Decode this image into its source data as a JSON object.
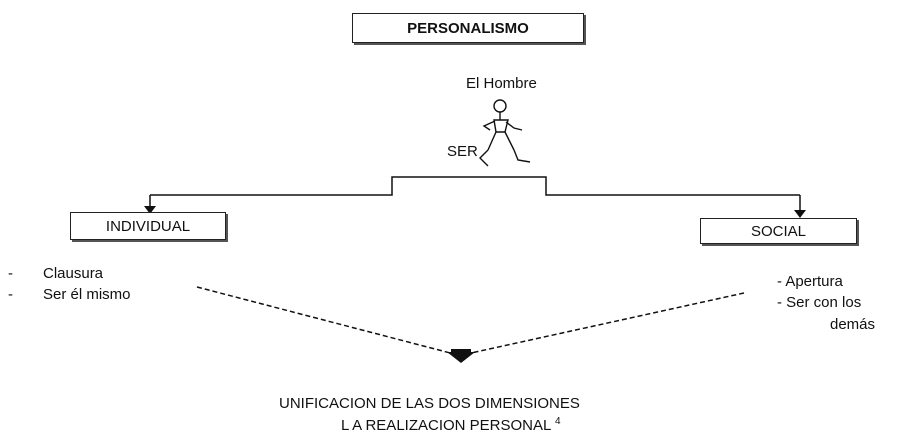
{
  "title": "PERSONALISMO",
  "figure_label": "El Hombre",
  "ser_label": "SER",
  "left": {
    "label": "INDIVIDUAL",
    "items": [
      {
        "bullet": "-",
        "text": "Clausura"
      },
      {
        "bullet": "-",
        "text": "Ser él mismo"
      }
    ]
  },
  "right": {
    "label": "SOCIAL",
    "item1": "- Apertura",
    "item2": "- Ser con los",
    "item2_cont": "demás"
  },
  "conclusion": {
    "line1": "UNIFICACION DE LAS DOS DIMENSIONES",
    "line2": "L A REALIZACION PERSONAL",
    "footnote": "4"
  }
}
